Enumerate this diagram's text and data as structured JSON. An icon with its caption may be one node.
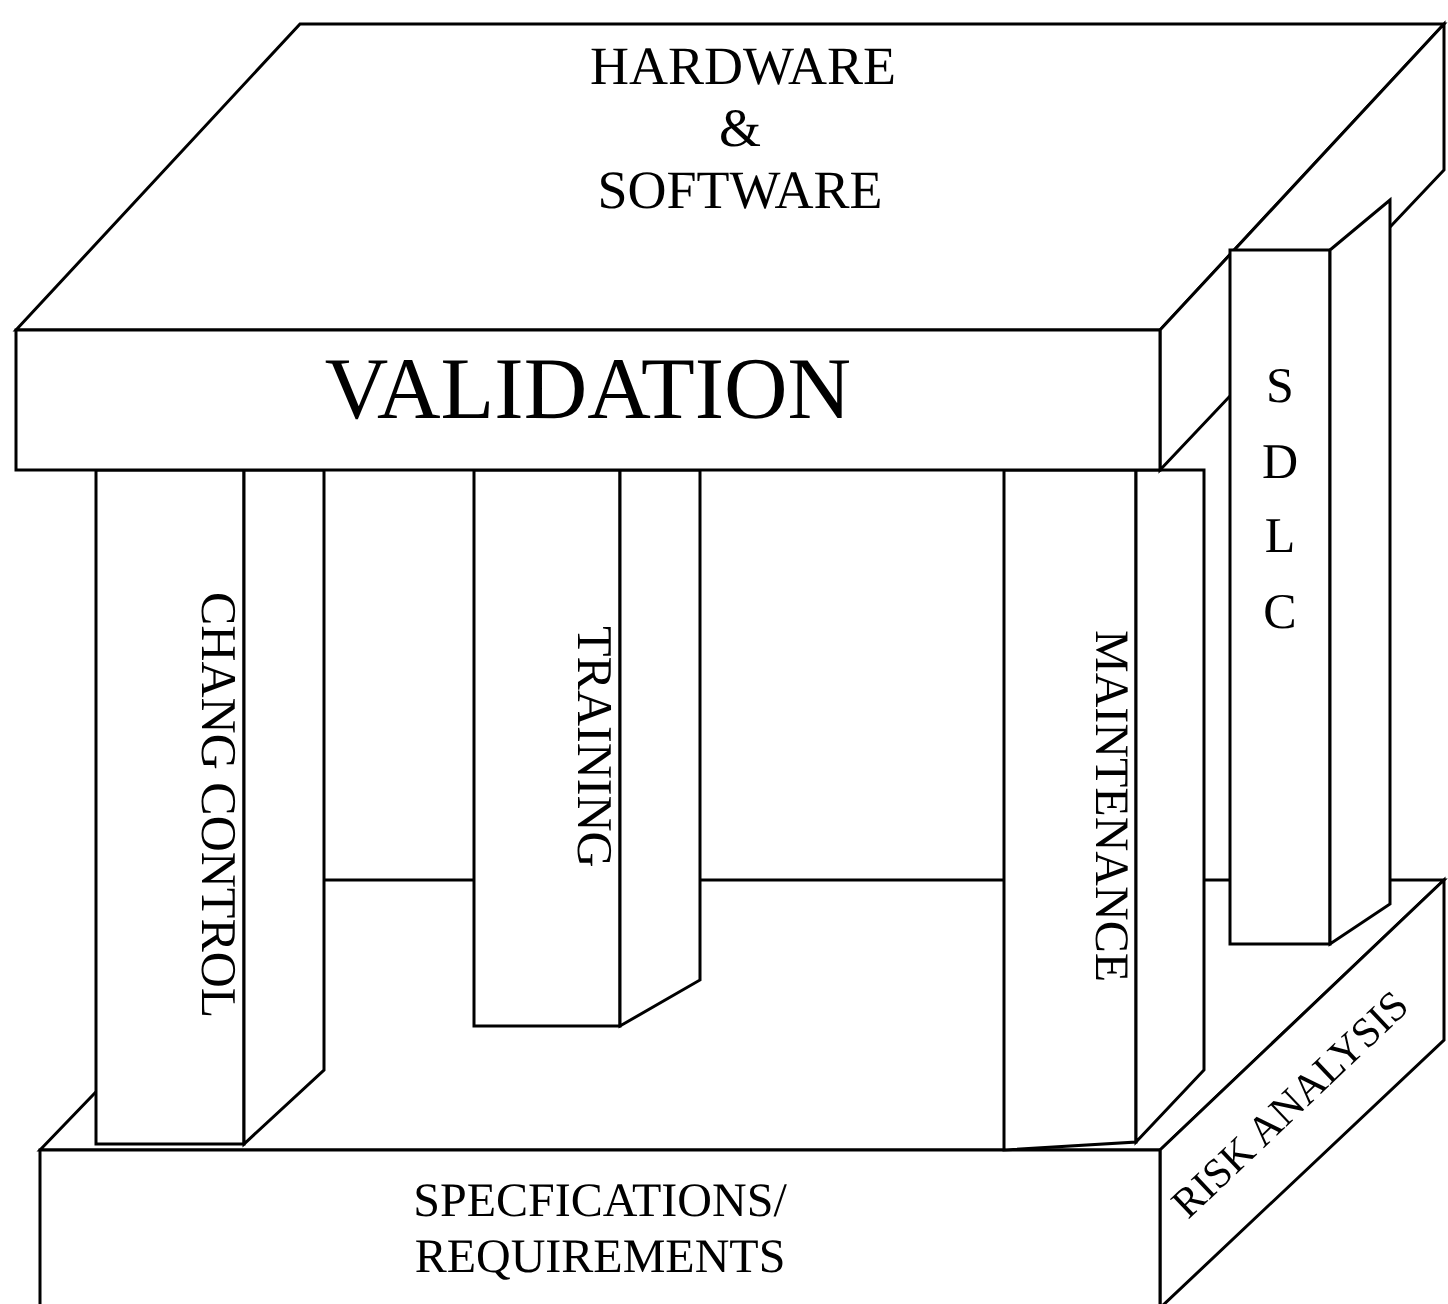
{
  "diagram": {
    "nodes": [
      {
        "text": [
          "HARDWARE & SOFTWARE",
          "VALIDATION"
        ]
      },
      {
        "text": [
          "CHANG CONTROL"
        ]
      },
      {
        "text": [
          "TRAINING"
        ]
      },
      {
        "text": [
          "MAINTENANCE"
        ]
      },
      {
        "text": [
          "S D L C"
        ]
      },
      {
        "text": [
          "SPECFICATIONS/ REQUIREMENTS",
          "RISK ANALYSIS"
        ]
      }
    ],
    "edges": []
  }
}
